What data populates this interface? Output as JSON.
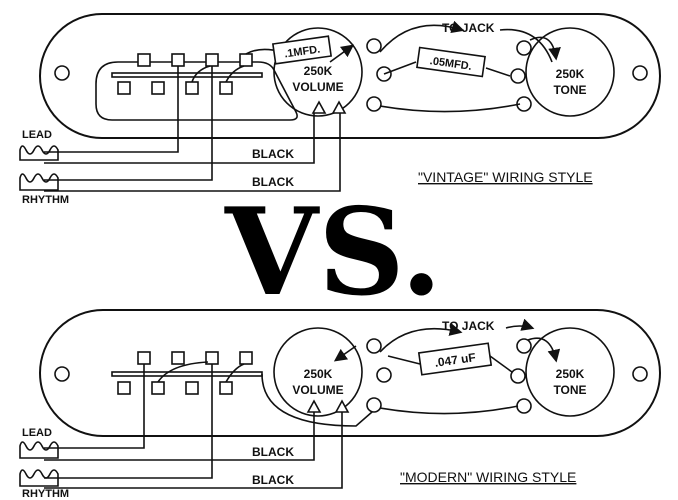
{
  "vs_text": "VS.",
  "diagrams": {
    "vintage": {
      "caption": "\"VINTAGE\" WIRING STYLE",
      "to_jack": "TO JACK",
      "cap_volume": ".1MFD.",
      "cap_tone": ".05MFD.",
      "volume_value": "250K",
      "volume_label": "VOLUME",
      "tone_value": "250K",
      "tone_label": "TONE",
      "lead": "LEAD",
      "rhythm": "RHYTHM",
      "black_1": "BLACK",
      "black_2": "BLACK"
    },
    "modern": {
      "caption": "\"MODERN\" WIRING STYLE",
      "to_jack": "TO JACK",
      "cap_tone": ".047 uF",
      "volume_value": "250K",
      "volume_label": "VOLUME",
      "tone_value": "250K",
      "tone_label": "TONE",
      "lead": "LEAD",
      "rhythm": "RHYTHM",
      "black_1": "BLACK",
      "black_2": "BLACK"
    }
  }
}
